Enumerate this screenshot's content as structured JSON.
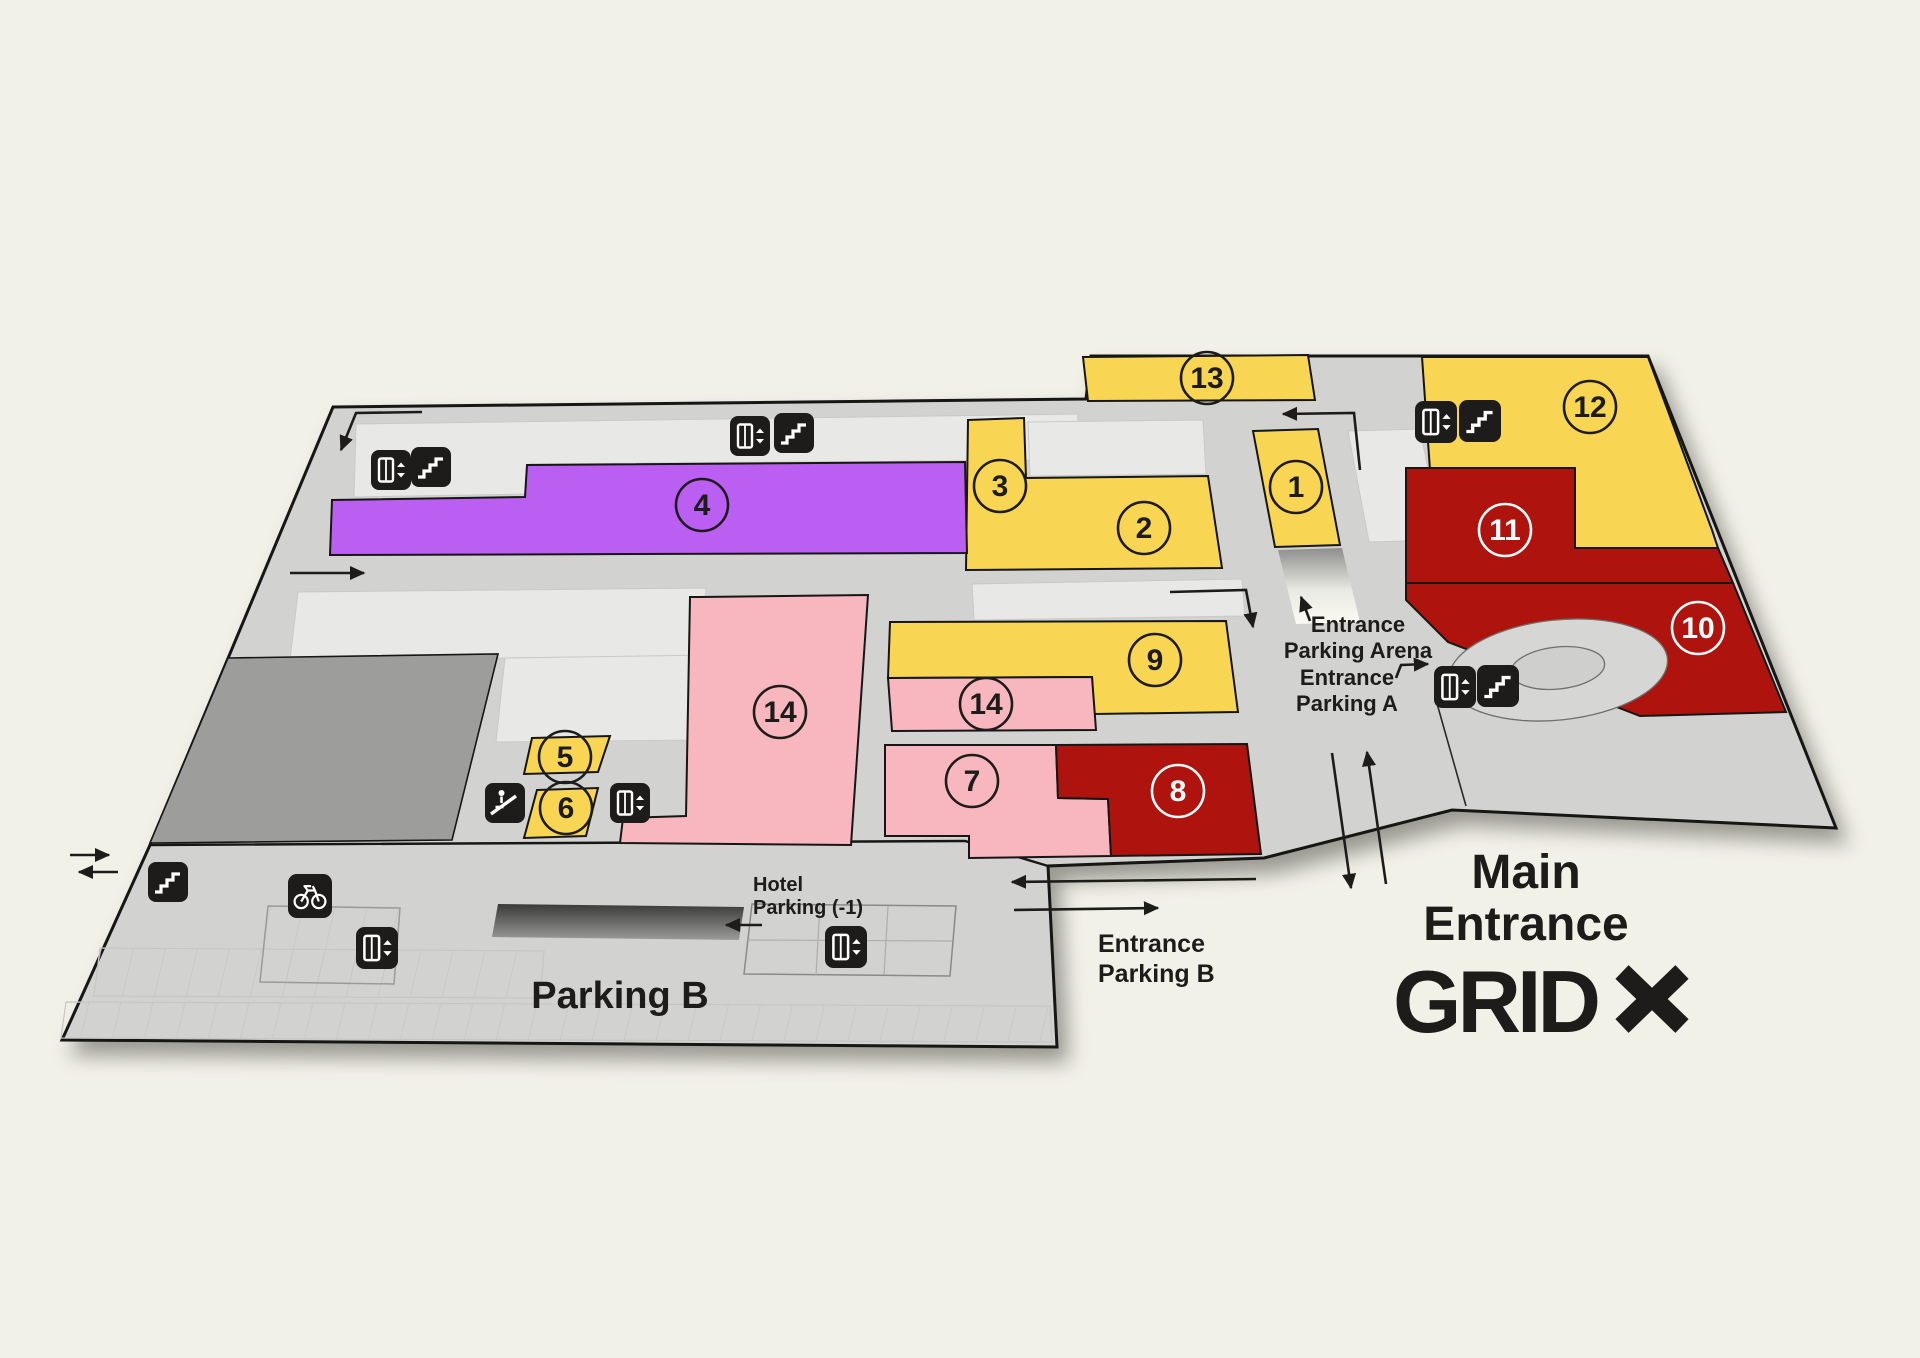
{
  "title": "GRIDX venue floor plan",
  "colors": {
    "background": "#f2f1e8",
    "floor": "#d2d2d0",
    "floor_light": "#e8e8e6",
    "floor_dark": "#9d9d9b",
    "zone_yellow": "#f8d654",
    "zone_purple": "#bb5ef2",
    "zone_pink": "#f8b7bf",
    "zone_red": "#ae140d",
    "icon_bg": "#1d1c1a",
    "ink": "#1d1c1a"
  },
  "logo": {
    "text": "GRID"
  },
  "labels": {
    "main_entrance": [
      "Main",
      "Entrance"
    ],
    "parking_b": "Parking B",
    "hotel_parking": [
      "Hotel",
      "Parking (-1)"
    ],
    "entrance_parking_b": [
      "Entrance",
      "Parking B"
    ],
    "entrance_parking_arena": [
      "Entrance",
      "Parking Arena"
    ],
    "entrance_parking_a": [
      "Entrance",
      "Parking A"
    ]
  },
  "zones": [
    {
      "num": "1",
      "color": "yellow"
    },
    {
      "num": "2",
      "color": "yellow"
    },
    {
      "num": "3",
      "color": "yellow"
    },
    {
      "num": "4",
      "color": "purple"
    },
    {
      "num": "5",
      "color": "yellow"
    },
    {
      "num": "6",
      "color": "yellow"
    },
    {
      "num": "7",
      "color": "pink"
    },
    {
      "num": "8",
      "color": "red"
    },
    {
      "num": "9",
      "color": "yellow"
    },
    {
      "num": "10",
      "color": "red"
    },
    {
      "num": "11",
      "color": "red"
    },
    {
      "num": "12",
      "color": "yellow"
    },
    {
      "num": "13",
      "color": "yellow"
    },
    {
      "num": "14",
      "color": "pink"
    },
    {
      "num": "14",
      "color": "pink"
    }
  ],
  "icons": {
    "elevator": "elevator-icon",
    "stairs": "stairs-icon",
    "escalator": "escalator-icon",
    "bicycle": "bicycle-parking-icon"
  }
}
